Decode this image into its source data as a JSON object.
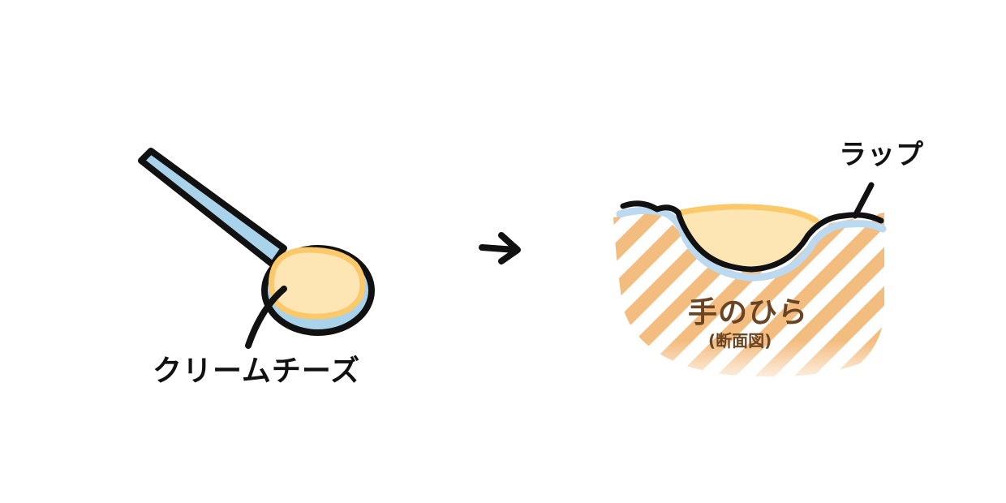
{
  "labels": {
    "cream_cheese": "クリームチーズ",
    "wrap": "ラップ",
    "palm": "手のひら",
    "cross_section": "(断面図)"
  },
  "colors": {
    "outline": "#111111",
    "spoon": "#a9d3ea",
    "cheese": "#fde5b4",
    "cheese_edge": "#fbc86a",
    "wrap": "#bcd9ef",
    "palm_hatch": "#f3bd80",
    "palm_text": "#6b4423"
  },
  "icons": {
    "arrow": "right-arrow-icon"
  }
}
